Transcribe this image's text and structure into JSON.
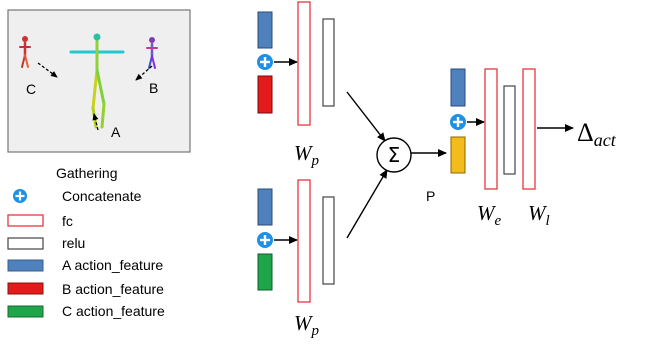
{
  "scene": {
    "caption": "Gathering",
    "person_labels": {
      "a": "A",
      "b": "B",
      "c": "C"
    }
  },
  "legend": {
    "concatenate": "Concatenate",
    "fc": "fc",
    "relu": "relu",
    "a_feature": "A action_feature",
    "b_feature": "B action_feature",
    "c_feature": "C action_feature"
  },
  "diagram": {
    "wp_main": "W",
    "wp_sub": "p",
    "sum_symbol": "Σ",
    "pooled_label": "P",
    "we_main": "W",
    "we_sub": "e",
    "wl_main": "W",
    "wl_sub": "l",
    "output_main": "Δ",
    "output_sub": "act"
  },
  "colors": {
    "a_feature": "#4f81bd",
    "b_feature": "#e31b1b",
    "c_feature": "#1fa54a",
    "pooled_feature": "#f3bb1c",
    "fc_border": "#e8373f",
    "concat_icon": "#1e90e6",
    "frame": "#777777"
  }
}
